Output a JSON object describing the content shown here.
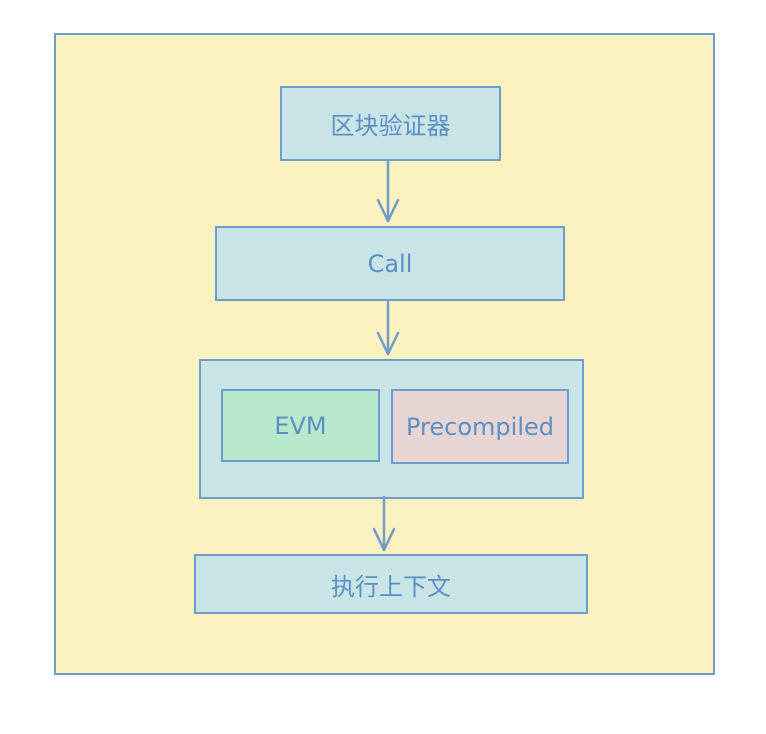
{
  "diagram": {
    "nodes": {
      "block_validator": "区块验证器",
      "call": "Call",
      "evm": "EVM",
      "precompiled": "Precompiled",
      "execution_context": "执行上下文"
    },
    "edges": [
      {
        "from": "block_validator",
        "to": "call"
      },
      {
        "from": "call",
        "to": "evm_precompiled_group"
      },
      {
        "from": "evm_precompiled_group",
        "to": "execution_context"
      }
    ],
    "colors": {
      "background": "#fdf1bf",
      "border": "#6e9ccc",
      "node_fill": "#c9e4e6",
      "evm_fill": "#b7e8cd",
      "precompiled_fill": "#e8d4d3",
      "text": "#5b8fc6"
    }
  }
}
